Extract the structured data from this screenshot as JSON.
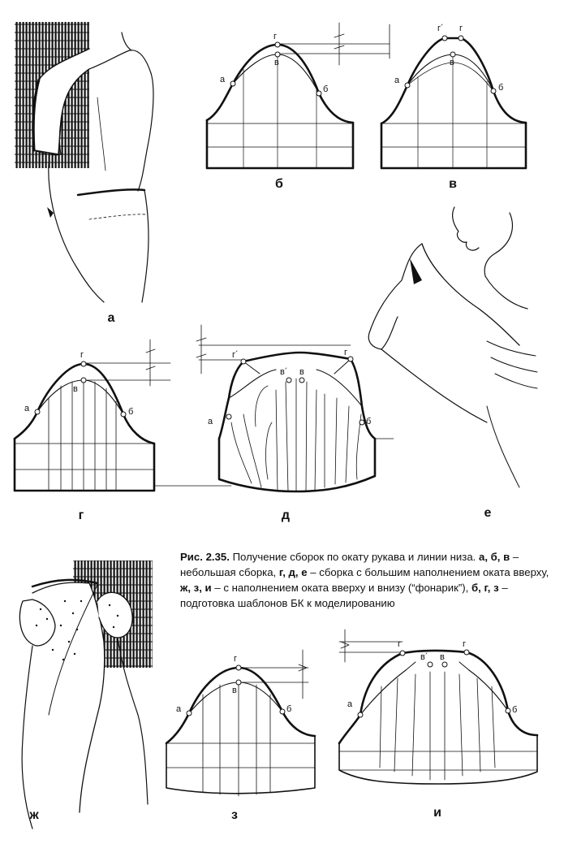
{
  "figure": {
    "panel_labels": {
      "a": "а",
      "b": "б",
      "v": "в",
      "g": "г",
      "d": "д",
      "e": "е",
      "zh": "ж",
      "z": "з",
      "i": "и"
    },
    "point_labels": {
      "a": "а",
      "b": "б",
      "v": "в",
      "g": "г",
      "v_prime": "в´",
      "g_prime": "г´"
    },
    "caption": {
      "number": "Рис. 2.35.",
      "text1": " Получение сборок по окату рукава и линии низа. ",
      "bold1": "а, б, в",
      "text2": " – небольшая сборка, ",
      "bold2": "г, д, е",
      "text3": " – сборка с большим наполнением оката вверху, ",
      "bold3": "ж, з, и",
      "text4": " – с наполнением оката вверху и внизу (“фонарик”), ",
      "bold4": "б, г, з",
      "text5": " – подготовка шаблонов БК к моделированию"
    }
  }
}
